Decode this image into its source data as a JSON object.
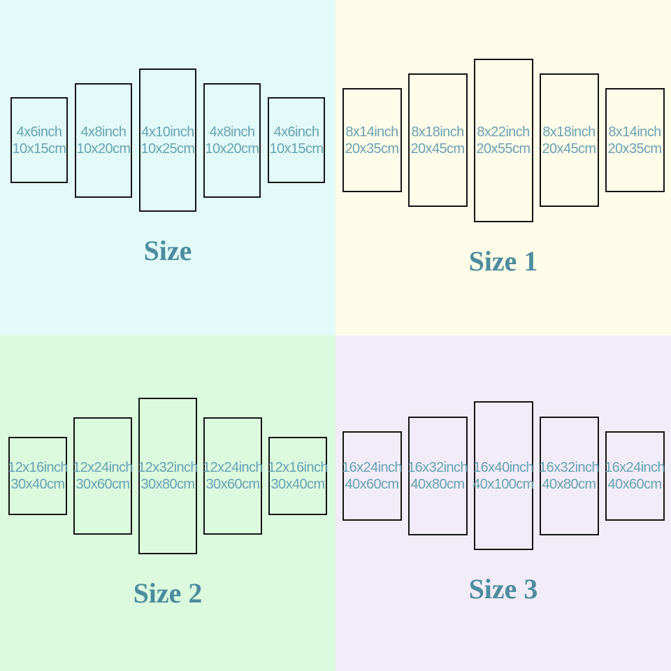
{
  "colors": {
    "panel_border": "#141414",
    "label_text": "#69a2b4",
    "title_text": "#4d8c9e",
    "quadrant_backgrounds": {
      "size": "#e2fbf9",
      "size_1": "#fffde9",
      "size_2": "#dbfade",
      "size_3": "#f1ecf7"
    }
  },
  "quadrants": [
    {
      "id": "size",
      "title": "Size",
      "bg": "#e2fbf9",
      "panels": [
        {
          "inch": "4x6inch",
          "cm": "10x15cm"
        },
        {
          "inch": "4x8inch",
          "cm": "10x20cm"
        },
        {
          "inch": "4x10inch",
          "cm": "10x25cm"
        },
        {
          "inch": "4x8inch",
          "cm": "10x20cm"
        },
        {
          "inch": "4x6inch",
          "cm": "10x15cm"
        }
      ]
    },
    {
      "id": "size-1",
      "title": "Size 1",
      "bg": "#fffde9",
      "panels": [
        {
          "inch": "8x14inch",
          "cm": "20x35cm"
        },
        {
          "inch": "8x18inch",
          "cm": "20x45cm"
        },
        {
          "inch": "8x22inch",
          "cm": "20x55cm"
        },
        {
          "inch": "8x18inch",
          "cm": "20x45cm"
        },
        {
          "inch": "8x14inch",
          "cm": "20x35cm"
        }
      ]
    },
    {
      "id": "size-2",
      "title": "Size 2",
      "bg": "#dbfade",
      "panels": [
        {
          "inch": "12x16inch",
          "cm": "30x40cm"
        },
        {
          "inch": "12x24inch",
          "cm": "30x60cm"
        },
        {
          "inch": "12x32inch",
          "cm": "30x80cm"
        },
        {
          "inch": "12x24inch",
          "cm": "30x60cm"
        },
        {
          "inch": "12x16inch",
          "cm": "30x40cm"
        }
      ]
    },
    {
      "id": "size-3",
      "title": "Size 3",
      "bg": "#f1ecf7",
      "panels": [
        {
          "inch": "16x24inch",
          "cm": "40x60cm"
        },
        {
          "inch": "16x32inch",
          "cm": "40x80cm"
        },
        {
          "inch": "16x40inch",
          "cm": "40x100cm"
        },
        {
          "inch": "16x32inch",
          "cm": "40x80cm"
        },
        {
          "inch": "16x24inch",
          "cm": "40x60cm"
        }
      ]
    }
  ]
}
